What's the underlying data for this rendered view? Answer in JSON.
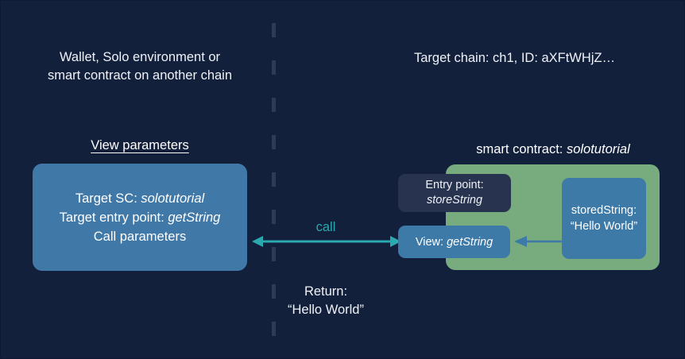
{
  "diagram": {
    "background_color": "#13203c",
    "accent_teal": "#2aa9ae",
    "accent_blue": "#4078a8",
    "accent_green": "#78ab7e",
    "accent_navy": "#27334f"
  },
  "left": {
    "header": "Wallet, Solo environment or\nsmart contract on another chain",
    "view_parameters_title": "View parameters",
    "params": {
      "target_sc_label": "Target SC: ",
      "target_sc_value": "solotutorial",
      "entry_point_label": "Target entry point: ",
      "entry_point_value": "getString",
      "call_parameters": "Call parameters"
    }
  },
  "center": {
    "call_label": "call",
    "return_label": "Return:\n“Hello World”",
    "arrow_name": "bidirectional-call-return-arrow"
  },
  "right": {
    "header": "Target chain: ch1, ID: aXFtWHjZ…",
    "smart_contract_label": "smart contract: ",
    "smart_contract_value": "solotutorial",
    "entry_point": {
      "line1": "Entry point:",
      "line2": "storeString"
    },
    "view": {
      "label": "View: ",
      "value": "getString"
    },
    "stored_string": {
      "line1": "storedString:",
      "line2": "“Hello World”"
    },
    "inner_arrow_name": "stored-string-to-view-arrow"
  }
}
